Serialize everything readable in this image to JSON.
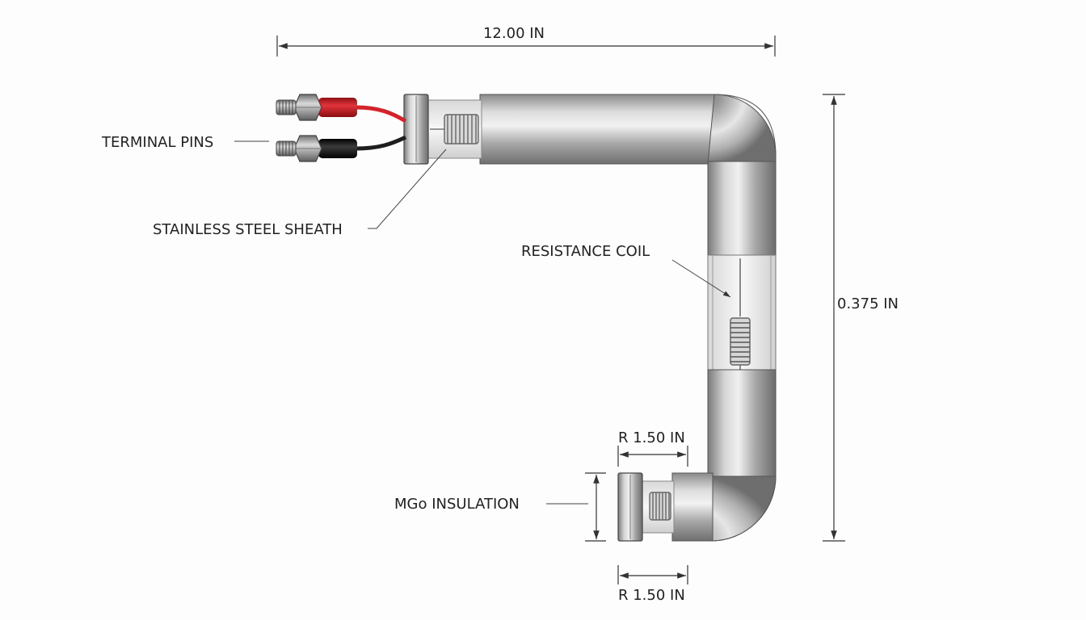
{
  "labels": {
    "terminal_pins": "TERMINAL PINS",
    "stainless_steel_sheath": "STAINLESS STEEL SHEATH",
    "resistance_coil": "RESISTANCE COIL",
    "mgo_insulation": "MGo INSULATION"
  },
  "dimensions": {
    "overall_length": "12.00 IN",
    "diameter": "0.375 IN",
    "bend_radius_upper": "R 1.50 IN",
    "bend_radius_lower": "R 1.50 IN"
  },
  "colors": {
    "sheath": "#b8b8b8",
    "wire_red": "#d4232a",
    "wire_black": "#1e1e1e",
    "line": "#333333"
  }
}
